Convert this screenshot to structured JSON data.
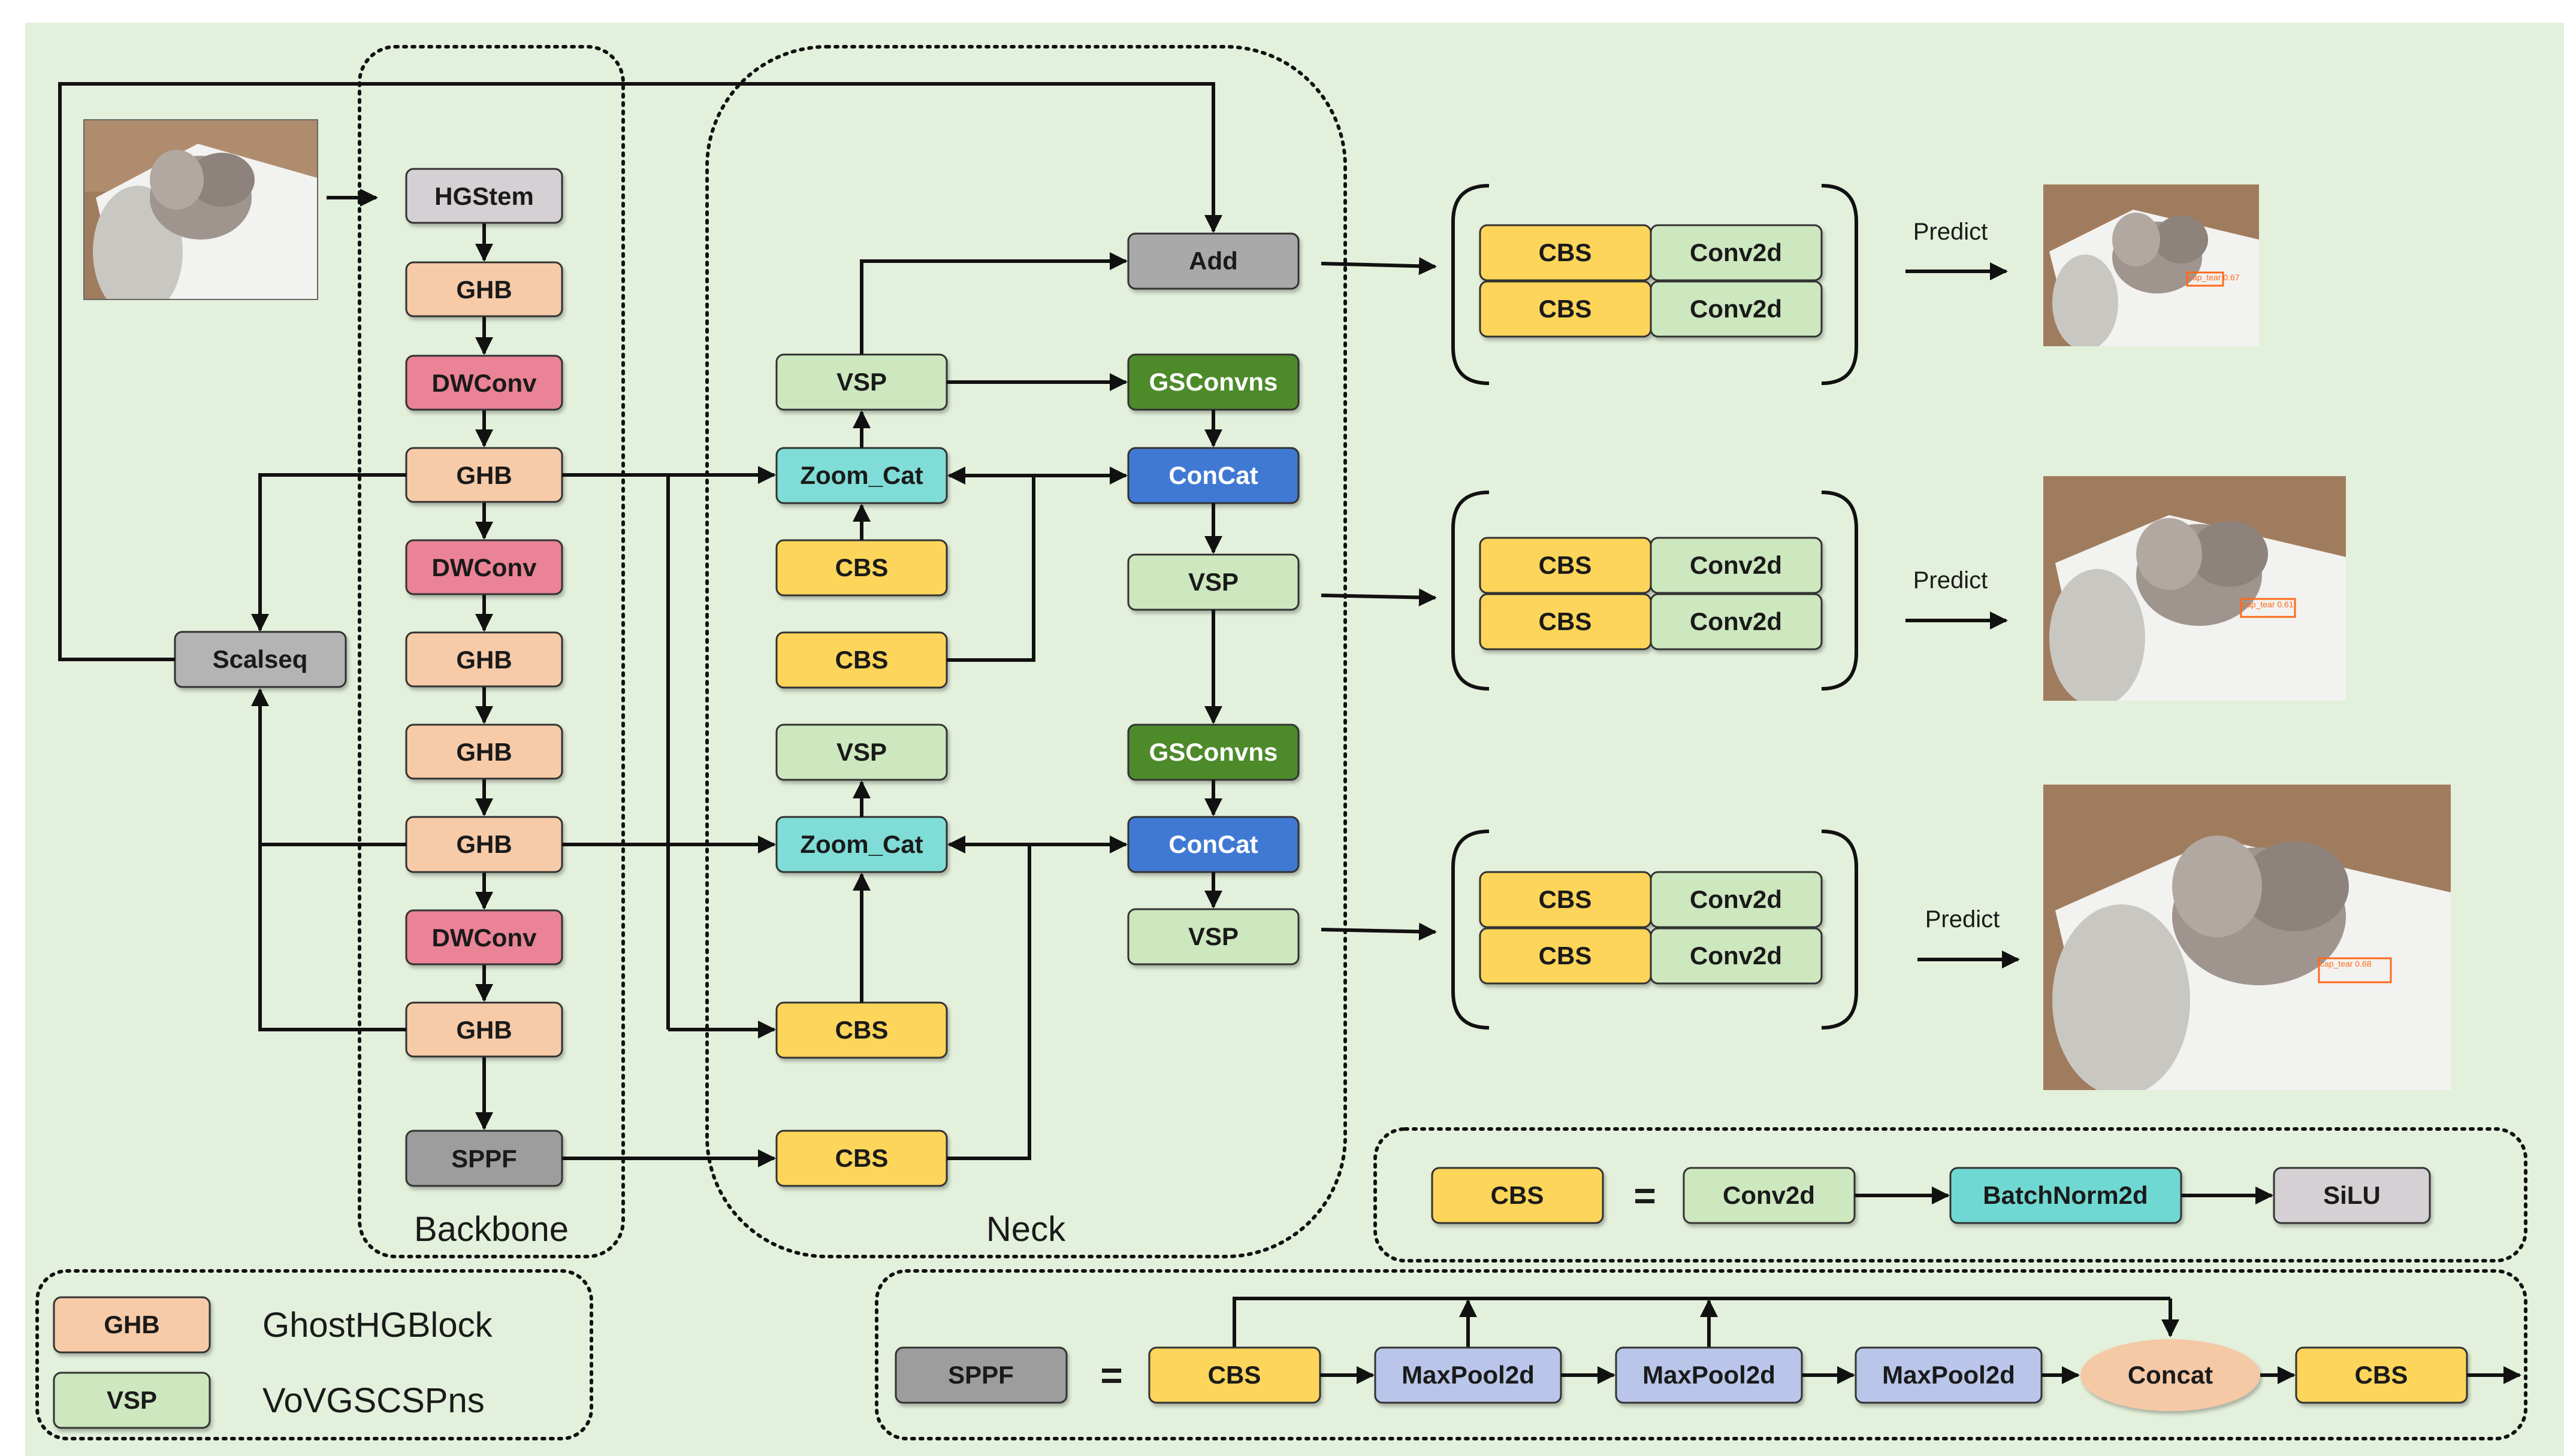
{
  "colors": {
    "background": "#e3f0db",
    "hgstem": "#d4d0d4",
    "ghb": "#f7cba8",
    "dwconv": "#ea8395",
    "scalseq": "#b4b4b4",
    "sppf": "#9d9d9d",
    "zoom_cat": "#7fdcd6",
    "cbs": "#fcd55a",
    "vsp": "#cde7bf",
    "gsconvns": "#4e8a2b",
    "concat": "#3f79d3",
    "add": "#a9a9a9",
    "conv2d": "#cde7bf",
    "batchnorm2d": "#6fd8d2",
    "silu": "#d4d0d4",
    "maxpool2d": "#b9c6e9",
    "concat_oval": "#f5c8a6"
  },
  "regions": {
    "backbone": "Backbone",
    "neck": "Neck"
  },
  "backbone": {
    "hgstem": "HGStem",
    "ghb1": "GHB",
    "dwconv1": "DWConv",
    "ghb2": "GHB",
    "dwconv2": "DWConv",
    "ghb3": "GHB",
    "ghb4": "GHB",
    "ghb5": "GHB",
    "dwconv3": "DWConv",
    "ghb6": "GHB",
    "sppf": "SPPF",
    "scalseq": "Scalseq"
  },
  "neck": {
    "add": "Add",
    "vsp1": "VSP",
    "gsconvns1": "GSConvns",
    "zoomcat1": "Zoom_Cat",
    "concat1": "ConCat",
    "cbs1": "CBS",
    "vsp2": "VSP",
    "cbs2": "CBS",
    "vsp3": "VSP",
    "gsconvns2": "GSConvns",
    "zoomcat2": "Zoom_Cat",
    "concat2": "ConCat",
    "vsp4": "VSP",
    "cbs3": "CBS",
    "cbs4": "CBS"
  },
  "heads": [
    {
      "rows": [
        {
          "cbs": "CBS",
          "conv": "Conv2d"
        },
        {
          "cbs": "CBS",
          "conv": "Conv2d"
        }
      ],
      "predict": "Predict",
      "detection": "cap_tear 0.67"
    },
    {
      "rows": [
        {
          "cbs": "CBS",
          "conv": "Conv2d"
        },
        {
          "cbs": "CBS",
          "conv": "Conv2d"
        }
      ],
      "predict": "Predict",
      "detection": "cap_tear 0.61"
    },
    {
      "rows": [
        {
          "cbs": "CBS",
          "conv": "Conv2d"
        },
        {
          "cbs": "CBS",
          "conv": "Conv2d"
        }
      ],
      "predict": "Predict",
      "detection": "cap_tear 0.68"
    }
  ],
  "legend": {
    "ghb_abbr": "GHB",
    "ghb_full": "GhostHGBlock",
    "vsp_abbr": "VSP",
    "vsp_full": "VoVGSCSPns"
  },
  "cbs_def": {
    "lhs": "CBS",
    "equals": "=",
    "conv2d": "Conv2d",
    "batchnorm2d": "BatchNorm2d",
    "silu": "SiLU"
  },
  "sppf_def": {
    "lhs": "SPPF",
    "equals": "=",
    "cbs_in": "CBS",
    "maxpool1": "MaxPool2d",
    "maxpool2": "MaxPool2d",
    "maxpool3": "MaxPool2d",
    "concat": "Concat",
    "cbs_out": "CBS"
  }
}
